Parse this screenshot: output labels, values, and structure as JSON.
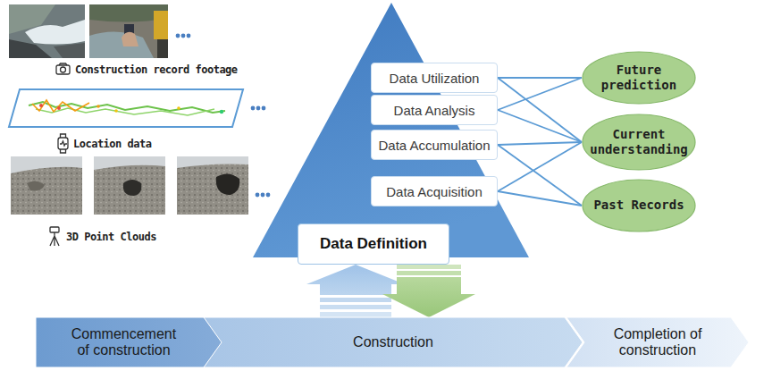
{
  "diagram": {
    "nodes": [
      {
        "text": [
          "Data Utilization"
        ]
      },
      {
        "text": [
          "Data Analysis"
        ]
      },
      {
        "text": [
          "Data Accumulation"
        ]
      },
      {
        "text": [
          "Data Acquisition"
        ]
      },
      {
        "text": [
          "Data Definition"
        ]
      },
      {
        "text": [
          "Future prediction"
        ]
      },
      {
        "text": [
          "Current understanding"
        ]
      },
      {
        "text": [
          "Past Records"
        ]
      },
      {
        "text": [
          "Commencement of construction"
        ]
      },
      {
        "text": [
          "Construction"
        ]
      },
      {
        "text": [
          "Completion of construction"
        ]
      }
    ],
    "edges": [
      {
        "from": 0,
        "to": 5,
        "arrow": "none"
      },
      {
        "from": 0,
        "to": 6,
        "arrow": "none"
      },
      {
        "from": 1,
        "to": 5,
        "arrow": "none"
      },
      {
        "from": 1,
        "to": 6,
        "arrow": "none"
      },
      {
        "from": 2,
        "to": 6,
        "arrow": "none"
      },
      {
        "from": 2,
        "to": 7,
        "arrow": "none"
      },
      {
        "from": 3,
        "to": 6,
        "arrow": "none"
      },
      {
        "from": 3,
        "to": 7,
        "arrow": "none"
      },
      {
        "from": 9,
        "to": 4,
        "arrow": "to"
      },
      {
        "from": 4,
        "to": 9,
        "arrow": "to"
      }
    ],
    "labels": [
      "Construction record footage",
      "Location data",
      "3D Point Clouds"
    ]
  }
}
